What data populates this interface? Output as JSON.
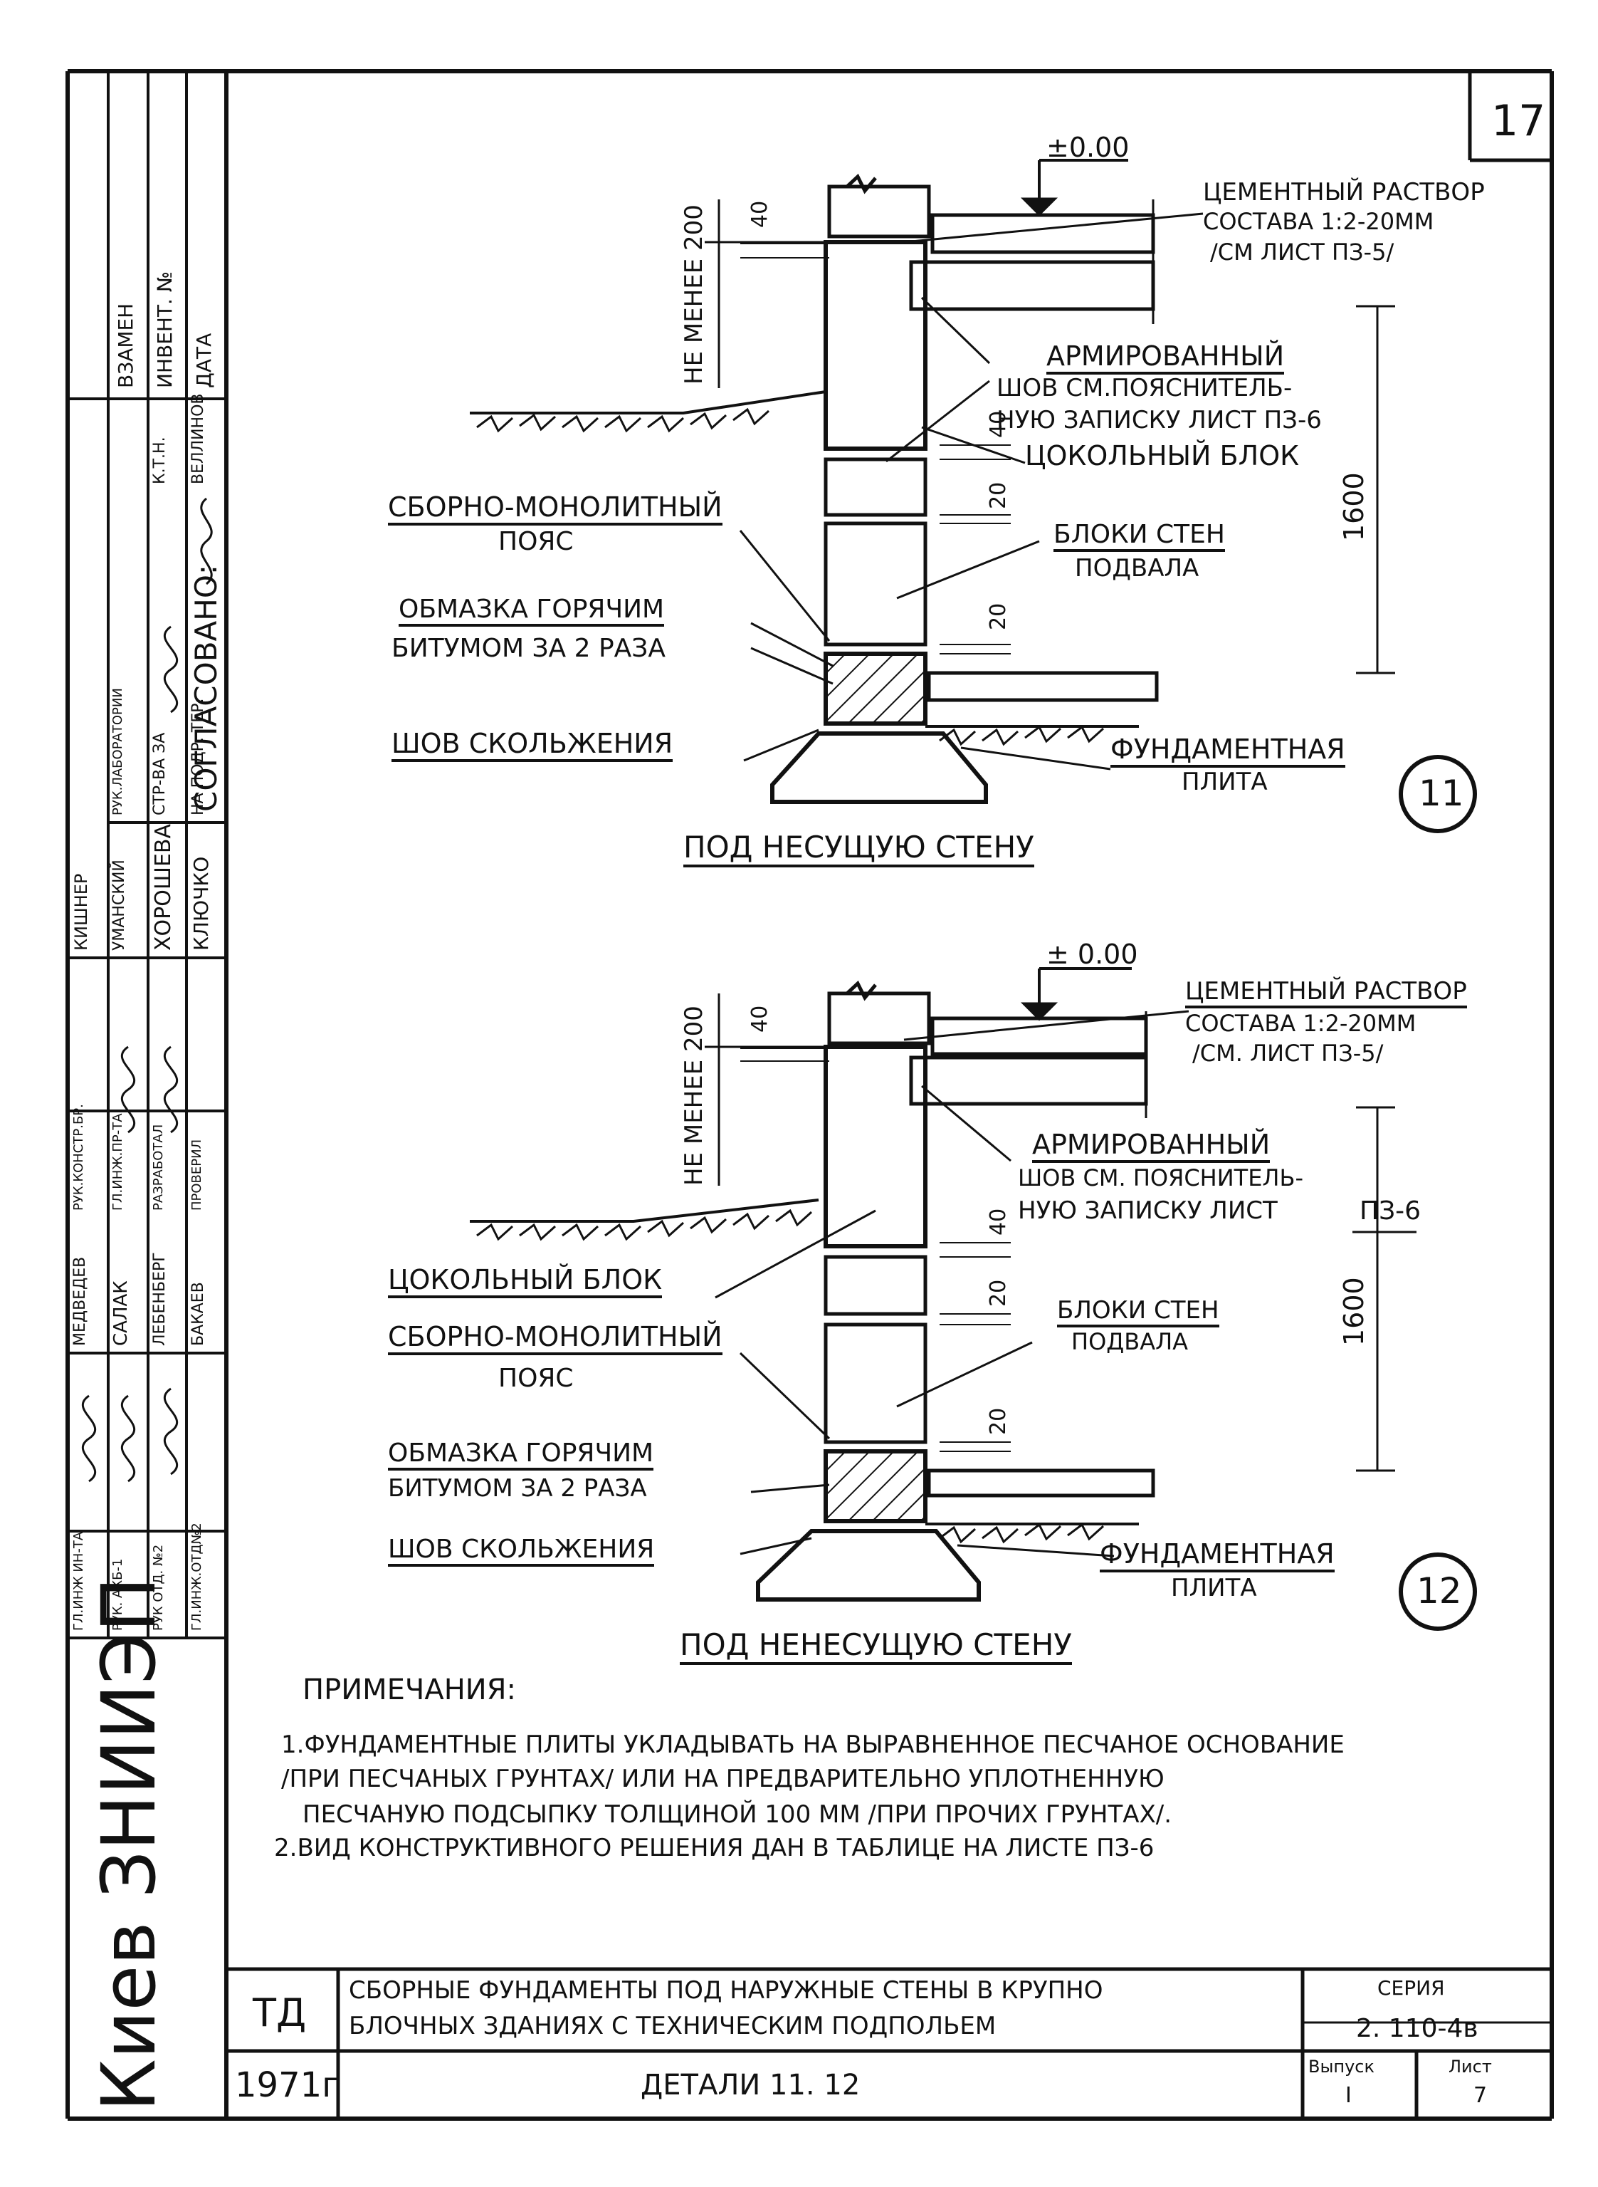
{
  "sheet_corner_number": "17",
  "detail_11": {
    "caption": "ПОД НЕСУЩУЮ СТЕНУ",
    "number": "11",
    "level_mark": "±0.00",
    "dim_min_height": "НЕ МЕНЕЕ 200",
    "dim_40_top": "40",
    "dim_40_mid": "40",
    "dim_20_a": "20",
    "dim_20_b": "20",
    "dim_1600": "1600",
    "cement_line1": "ЦЕМЕНТНЫЙ РАСТВОР",
    "cement_line2": "СОСТАВА 1:2-20ММ",
    "cement_line3": "/СМ ЛИСТ ПЗ-5/",
    "reinforced_line1": "АРМИРОВАННЫЙ",
    "reinforced_line2": "ШОВ СМ.ПОЯСНИТЕЛЬ-",
    "reinforced_line3": "НУЮ ЗАПИСКУ ЛИСТ ПЗ-6",
    "plinth_block": "ЦОКОЛЬНЫЙ БЛОК",
    "belt_line1": "СБОРНО-МОНОЛИТНЫЙ",
    "belt_line2": "ПОЯС",
    "basement_blocks_line1": "БЛОКИ СТЕН",
    "basement_blocks_line2": "ПОДВАЛА",
    "bitumen_line1": "ОБМАЗКА ГОРЯЧИМ",
    "bitumen_line2": "БИТУМОМ ЗА 2 РАЗА",
    "slip_joint": "ШОВ СКОЛЬЖЕНИЯ",
    "foundation_line1": "ФУНДАМЕНТНАЯ",
    "foundation_line2": "ПЛИТА"
  },
  "detail_12": {
    "caption": "ПОД НЕНЕСУЩУЮ СТЕНУ",
    "number": "12",
    "level_mark": "± 0.00",
    "dim_min_height": "НЕ МЕНЕЕ 200",
    "dim_40_top": "40",
    "dim_40_mid": "40",
    "dim_20_a": "20",
    "dim_20_b": "20",
    "dim_1600": "1600",
    "cement_line1": "ЦЕМЕНТНЫЙ РАСТВОР",
    "cement_line2": "СОСТАВА 1:2-20ММ",
    "cement_line3": "/СМ. ЛИСТ ПЗ-5/",
    "reinforced_line1": "АРМИРОВАННЫЙ",
    "reinforced_line2": "ШОВ СМ. ПОЯСНИТЕЛЬ-",
    "reinforced_line3": "НУЮ ЗАПИСКУ ЛИСТ",
    "reinforced_ref": "ПЗ-6",
    "plinth_block": "ЦОКОЛЬНЫЙ БЛОК",
    "belt_line1": "СБОРНО-МОНОЛИТНЫЙ",
    "belt_line2": "ПОЯС",
    "basement_blocks_line1": "БЛОКИ СТЕН",
    "basement_blocks_line2": "ПОДВАЛА",
    "bitumen_line1": "ОБМАЗКА ГОРЯЧИМ",
    "bitumen_line2": "БИТУМОМ ЗА 2 РАЗА",
    "slip_joint": "ШОВ СКОЛЬЖЕНИЯ",
    "foundation_line1": "ФУНДАМЕНТНАЯ",
    "foundation_line2": "ПЛИТА"
  },
  "notes": {
    "heading": "ПРИМЕЧАНИЯ:",
    "line1": "1.ФУНДАМЕНТНЫЕ ПЛИТЫ УКЛАДЫВАТЬ НА ВЫРАВНЕННОЕ ПЕСЧАНОЕ ОСНОВАНИЕ",
    "line2": "/ПРИ ПЕСЧАНЫХ ГРУНТАХ/ ИЛИ НА ПРЕДВАРИТЕЛЬНО УПЛОТНЕННУЮ",
    "line3": "ПЕСЧАНУЮ ПОДСЫПКУ ТОЛЩИНОЙ 100 ММ /ПРИ ПРОЧИХ ГРУНТАХ/.",
    "line4": "2.ВИД КОНСТРУКТИВНОГО РЕШЕНИЯ ДАН В ТАБЛИЦЕ НА ЛИСТЕ ПЗ-6"
  },
  "title_block": {
    "code": "ТД",
    "year": "1971г",
    "title_line1": "СБОРНЫЕ ФУНДАМЕНТЫ ПОД НАРУЖНЫЕ СТЕНЫ В КРУПНО",
    "title_line2": "БЛОЧНЫХ ЗДАНИЯХ С ТЕХНИЧЕСКИМ ПОДПОЛЬЕМ",
    "subtitle": "ДЕТАЛИ 11. 12",
    "series_label": "СЕРИЯ",
    "series_value": "2. 110-4в",
    "issue_label": "Выпуск",
    "issue_value": "I",
    "sheet_label": "Лист",
    "sheet_value": "7"
  },
  "sidebar": {
    "org": "Киев ЗНИИЭП",
    "agreed": "СОГЛАСОВАНО:",
    "date_label": "ДАТА",
    "inv_label": "ИНВЕНТ. №",
    "replace_label": "ВЗАМЕН",
    "roles_col1": [
      "ГЛ.ИНЖ ИН-ТА",
      "РУК. АКБ-1",
      "РУК ОТД. №2",
      "ГЛ.ИНЖ.ОТД№2"
    ],
    "names_col1": [
      "МЕДВЕДЕВ",
      "САЛАК",
      "ЛЕБЕНБЕРГ",
      "БАКАЕВ"
    ],
    "roles_col2": [
      "РУК.КОНСТР.БР.",
      "ГЛ.ИНЖ.ПР-ТА",
      "РАЗРАБОТАЛ",
      "ПРОВЕРИЛ"
    ],
    "names_col2": [
      "КИШНЕР",
      "УМАНСКИЙ",
      "ХОРОШЕВА",
      "КЛЮЧКО"
    ],
    "roles_col3": [
      "РУК.ЛАБОРАТОРИИ",
      "СТР-ВА ЗА",
      "НА ПОДР. ТЕР."
    ],
    "ktn": "К.Т.Н.",
    "ktn_name": "ВЕЛЛИНОВ"
  }
}
